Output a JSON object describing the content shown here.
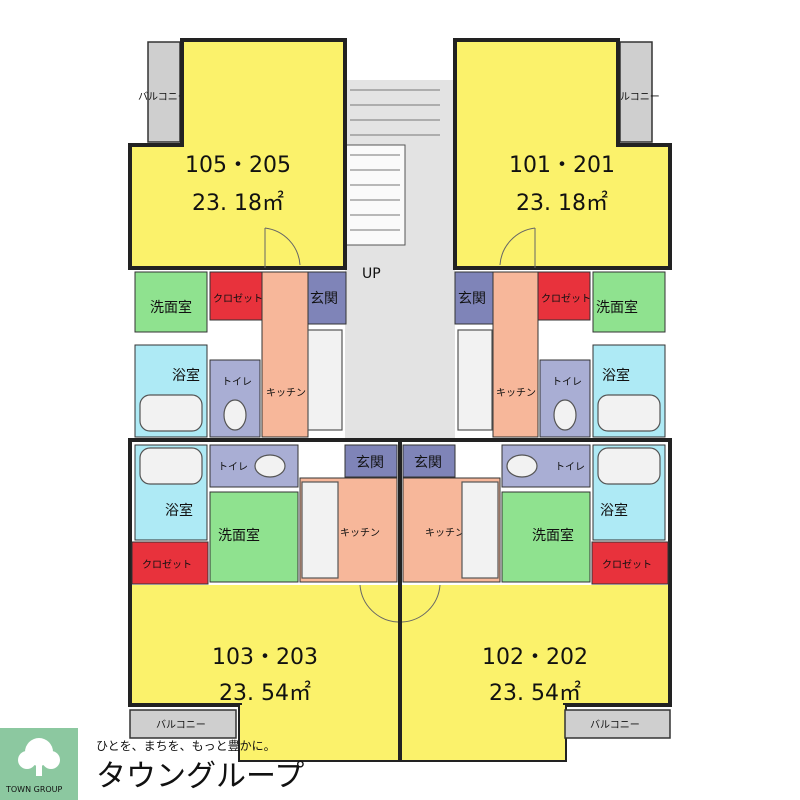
{
  "colors": {
    "room": "#fbf26b",
    "kitchen": "#f7b79a",
    "washroom": "#8fe28f",
    "bath": "#aeeaf5",
    "toilet": "#a9aed4",
    "genkan": "#7f84b8",
    "closet": "#e8323c",
    "balcony": "#cfcfcf",
    "corridor": "#e3e3e3",
    "logo": "#8cc8a0"
  },
  "units": [
    {
      "rooms": "105・205",
      "area": "23. 18㎡"
    },
    {
      "rooms": "101・201",
      "area": "23. 18㎡"
    },
    {
      "rooms": "103・203",
      "area": "23. 54㎡"
    },
    {
      "rooms": "102・202",
      "area": "23. 54㎡"
    }
  ],
  "labels": {
    "balcony": "バルコニー",
    "closet": "クロゼット",
    "washroom": "洗面室",
    "bath": "浴室",
    "toilet": "トイレ",
    "kitchen": "キッチン",
    "genkan": "玄関",
    "stairs_up": "UP"
  },
  "logo": {
    "tagline": "ひとを、まちを、もっと豊かに。",
    "name_jp": "タウングループ",
    "name_en": "TOWN GROUP",
    "icon": "tree-icon"
  }
}
